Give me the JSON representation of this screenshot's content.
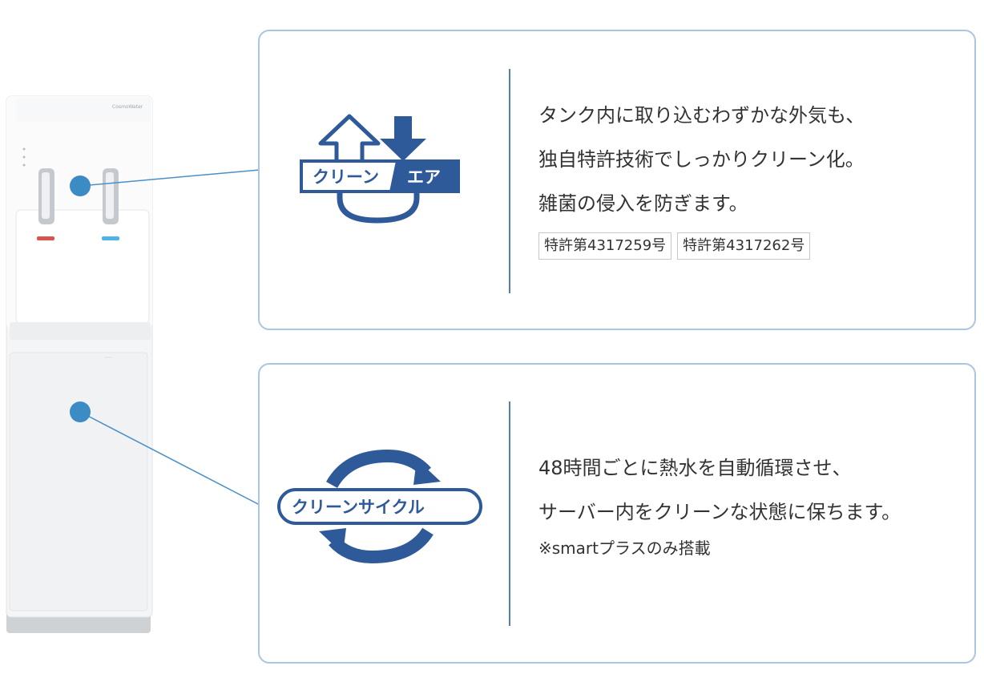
{
  "features": [
    {
      "logo_label_left": "クリーン",
      "logo_label_right": "エア",
      "lines": [
        "タンク内に取り込むわずかな外気も、",
        "独自特許技術でしっかりクリーン化。",
        "雑菌の侵入を防ぎます。"
      ],
      "patents": [
        "特許第4317259号",
        "特許第4317262号"
      ]
    },
    {
      "logo_label": "クリーンサイクル",
      "lines": [
        "48時間ごとに熱水を自動循環させ、",
        "サーバー内をクリーンな状態に保ちます。"
      ],
      "note": "※smartプラスのみ搭載"
    }
  ],
  "colors": {
    "brand_blue": "#2f5a9a",
    "accent_blue": "#3b8bc4",
    "card_border": "#a9c6e2"
  }
}
